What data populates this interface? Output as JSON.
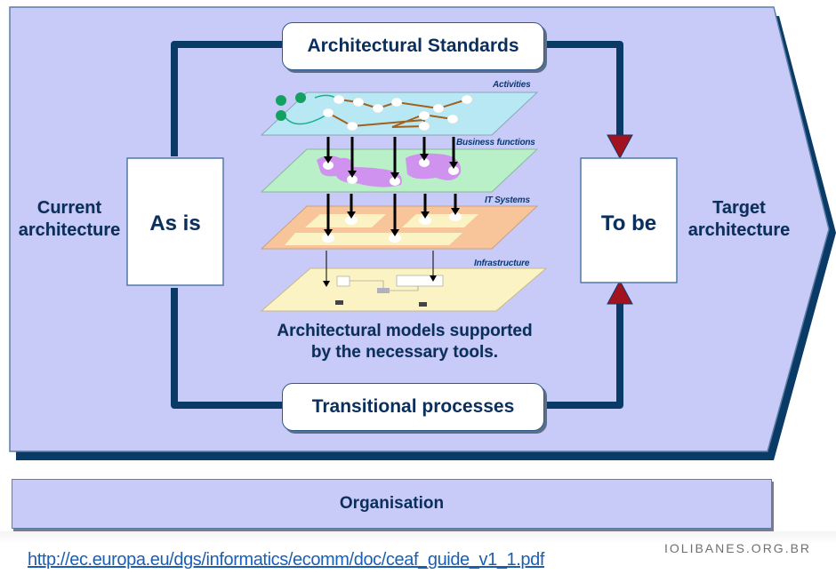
{
  "diagram": {
    "left_label": "Current architecture",
    "left_label_lines": [
      "Current",
      "architecture"
    ],
    "right_label_lines": [
      "Target",
      "architecture"
    ],
    "as_is_label": "As is",
    "to_be_label": "To be",
    "standards_label": "Architectural Standards",
    "transitional_label": "Transitional processes",
    "layers": [
      {
        "name": "Activities"
      },
      {
        "name": "Business functions"
      },
      {
        "name": "IT Systems"
      },
      {
        "name": "Infrastructure"
      }
    ],
    "caption_lines": [
      "Architectural models supported",
      "by the necessary tools."
    ],
    "organisation_label": "Organisation"
  },
  "footer": {
    "source_link": "http://ec.europa.eu/dgs/informatics/ecomm/doc/ceaf_guide_v1_1.pdf",
    "watermark": "IOLIBANES.ORG.BR"
  },
  "colors": {
    "background_shape": "#c8cbf8",
    "navy": "#0a3a66",
    "arrow_red": "#a3121f",
    "activities_layer": "#b9e8f5",
    "business_layer": "#b9f0c8",
    "it_layer": "#f8c49a",
    "infra_layer": "#fbf3c4",
    "blob": "#cf92ef"
  }
}
